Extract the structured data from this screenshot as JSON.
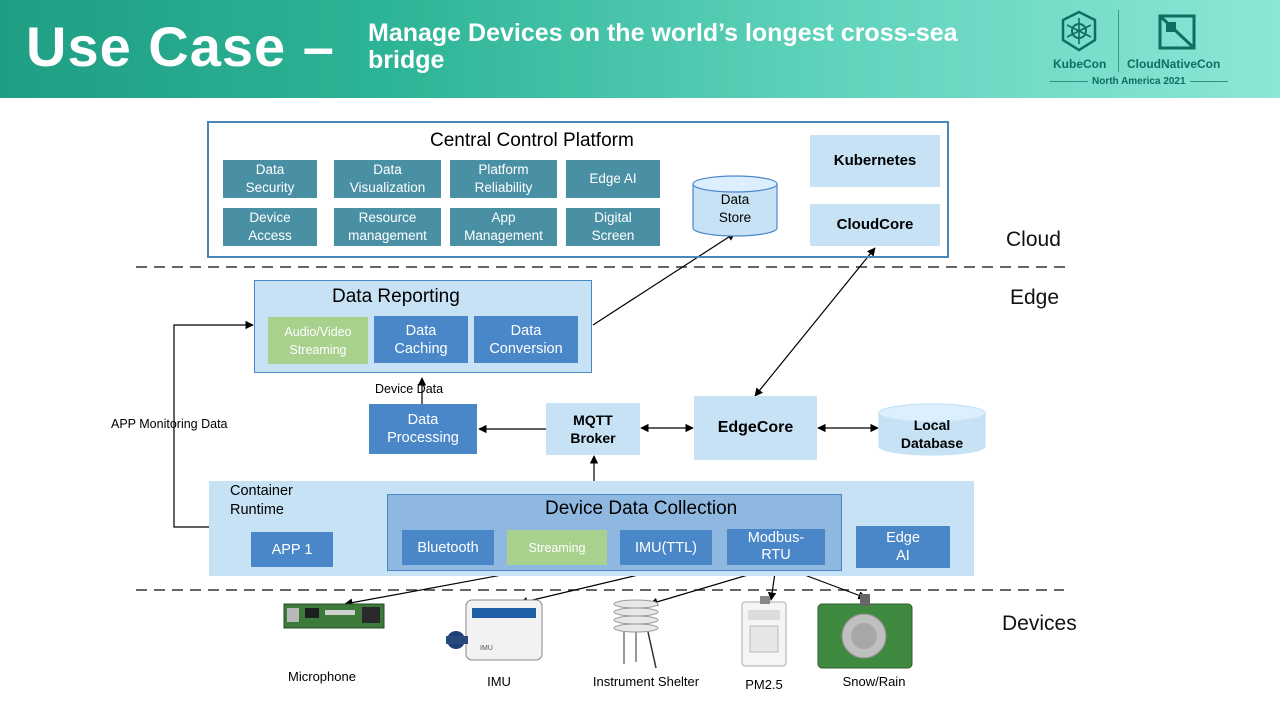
{
  "header": {
    "title": "Use Case –",
    "subtitle": "Manage Devices on the world’s longest cross-sea bridge",
    "logo_kubecon": "KubeCon",
    "logo_cnc": "CloudNativeCon",
    "event": "North America 2021"
  },
  "zones": {
    "cloud": "Cloud",
    "edge": "Edge",
    "devices": "Devices"
  },
  "central": {
    "title": "Central Control Platform",
    "data_security": "Data\nSecurity",
    "data_visualization": "Data\nVisualization",
    "platform_reliability": "Platform\nReliability",
    "edge_ai": "Edge AI",
    "device_access": "Device\nAccess",
    "resource_management": "Resource\nmanagement",
    "app_management": "App\nManagement",
    "digital_screen": "Digital\nScreen"
  },
  "data_store": "Data\nStore",
  "kubernetes": "Kubernetes",
  "cloudcore": "CloudCore",
  "reporting": {
    "title": "Data Reporting",
    "av_streaming": "Audio/Video\nStreaming",
    "caching": "Data\nCaching",
    "conversion": "Data\nConversion"
  },
  "device_data_label": "Device Data",
  "app_monitoring_label": "APP Monitoring Data",
  "processing": "Data\nProcessing",
  "mqtt": "MQTT\nBroker",
  "edgecore": "EdgeCore",
  "local_db": "Local\nDatabase",
  "container_runtime": "Container\nRuntime",
  "app1": "APP 1",
  "collection": {
    "title": "Device Data Collection",
    "bluetooth": "Bluetooth",
    "streaming": "Streaming",
    "imu_ttl": "IMU(TTL)",
    "modbus": "Modbus-\nRTU"
  },
  "edge_ai_box": "Edge\nAI",
  "devices": {
    "microphone": "Microphone",
    "imu": "IMU",
    "shelter": "Instrument Shelter",
    "pm25": "PM2.5",
    "snow_rain": "Snow/Rain"
  },
  "colors": {
    "header_start": "#1f9e84",
    "header_end": "#8de6d6",
    "module_dark": "#4a90a5",
    "module_blue": "#4a87c9",
    "module_green": "#a9d18e",
    "panel_light": "#c6e2f4"
  }
}
